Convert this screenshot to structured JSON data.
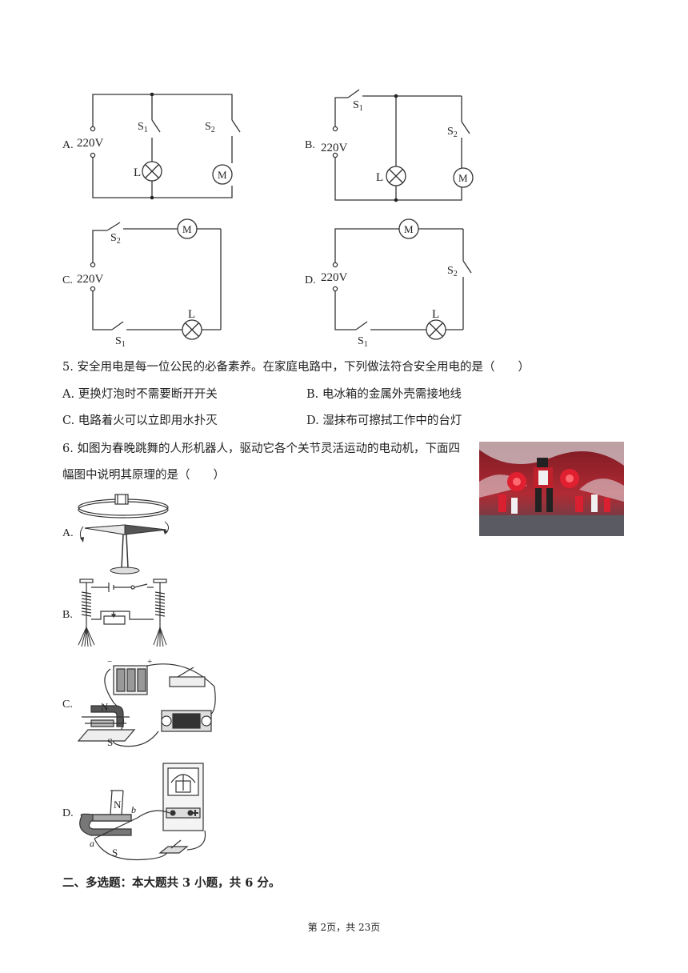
{
  "circuits": {
    "A": {
      "label": "A.",
      "voltage": "220V",
      "s1": "S",
      "s1_sub": "1",
      "s2": "S",
      "s2_sub": "2",
      "lamp": "L",
      "motor": "M"
    },
    "B": {
      "label": "B.",
      "voltage": "220V",
      "s1": "S",
      "s1_sub": "1",
      "s2": "S",
      "s2_sub": "2",
      "lamp": "L",
      "motor": "M"
    },
    "C": {
      "label": "C.",
      "voltage": "220V",
      "s1": "S",
      "s1_sub": "1",
      "s2": "S",
      "s2_sub": "2",
      "lamp": "L",
      "motor": "M"
    },
    "D": {
      "label": "D.",
      "voltage": "220V",
      "s1": "S",
      "s1_sub": "1",
      "s2": "S",
      "s2_sub": "2",
      "lamp": "L",
      "motor": "M"
    }
  },
  "q5": {
    "stem": "5. 安全用电是每一位公民的必备素养。在家庭电路中，下列做法符合安全用电的是（　　）",
    "options": [
      "A. 更换灯泡时不需要断开开关",
      "B. 电冰箱的金属外壳需接地线",
      "C. 电路着火可以立即用水扑灭",
      "D. 湿抹布可擦拭工作中的台灯"
    ]
  },
  "q6": {
    "stem_line1": "6. 如图为春晚跳舞的人形机器人，驱动它各个关节灵活运动的电动机，下面四",
    "stem_line2": "幅图中说明其原理的是（　　）",
    "option_labels": [
      "A.",
      "B.",
      "C.",
      "D."
    ],
    "figC_N": "N",
    "figC_S": "S",
    "figC_minus": "−",
    "figC_plus": "+",
    "figD_N": "N",
    "figD_S": "S",
    "figD_a": "a",
    "figD_b": "b"
  },
  "section2": {
    "title": "二、多选题：本大题共 3 小题，共 6 分。"
  },
  "footer": {
    "page": "第 2页，共 23页"
  }
}
